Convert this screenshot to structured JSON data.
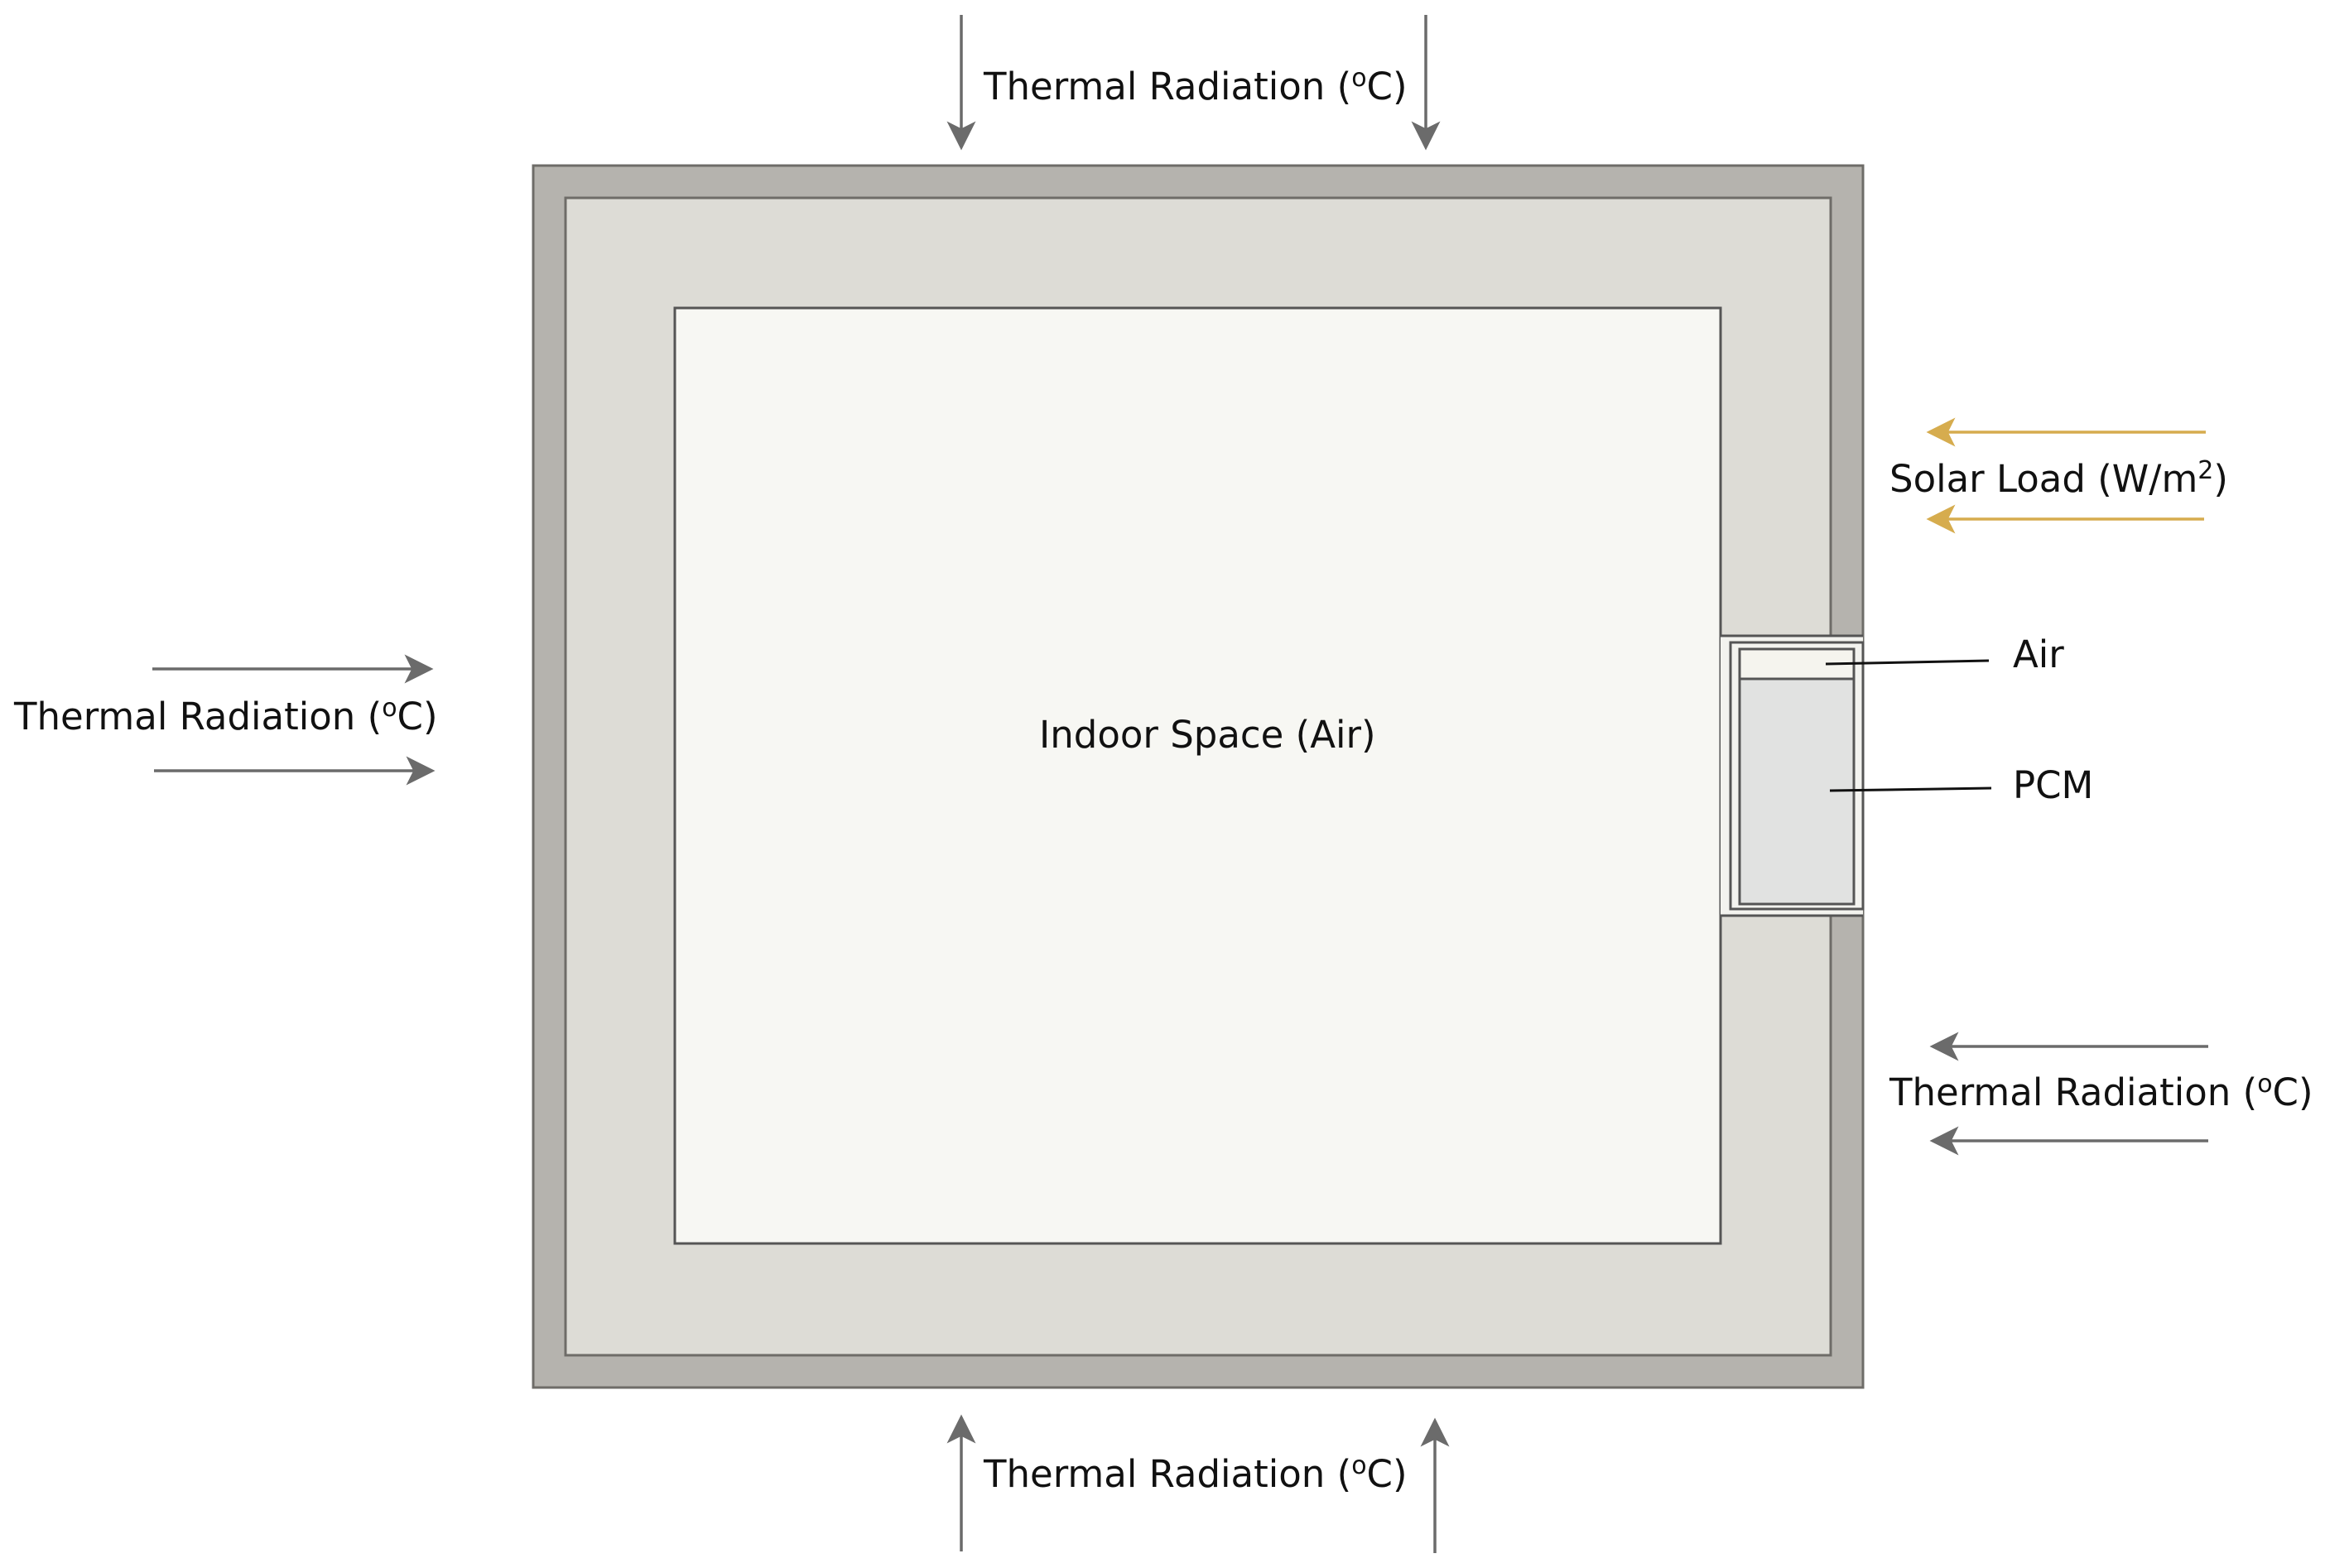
{
  "diagram": {
    "boundary_labels": {
      "top": {
        "text": "Thermal Radiation (",
        "sup": "o",
        "tail": "C)"
      },
      "left": {
        "text": "Thermal Radiation (",
        "sup": "o",
        "tail": "C)"
      },
      "right": {
        "text": "Thermal Radiation (",
        "sup": "o",
        "tail": "C)"
      },
      "bottom": {
        "text": "Thermal Radiation (",
        "sup": "o",
        "tail": "C)"
      }
    },
    "solar_load": {
      "text": "Solar Load (W/m",
      "sup": "2",
      "tail": ")"
    },
    "indoor_label": "Indoor Space (Air)",
    "callouts": {
      "air": "Air",
      "pcm": "PCM"
    }
  },
  "colors": {
    "outer_wall": "#b5b3ae",
    "insulation": "#dddcd6",
    "indoor": "#f7f7f3",
    "pcm": "#e1e2e1",
    "air_gap": "#f3f3ef",
    "arrow_gray": "#6b6b6b",
    "arrow_solar": "#d6ac4e",
    "outline": "#555555"
  },
  "icons": {
    "thermal_arrow": "arrow-icon",
    "solar_arrow": "solar-arrow-icon"
  }
}
